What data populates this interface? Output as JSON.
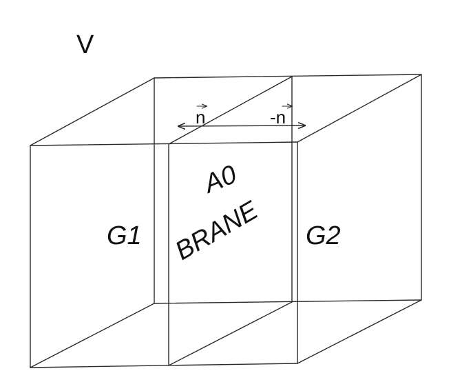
{
  "diagram": {
    "volume_label": "V",
    "left_region_label": "G1",
    "right_region_label": "G2",
    "brane_field_label": "A0",
    "brane_label": "BRANE",
    "normal_left_label": "n",
    "normal_right_label": "-n",
    "line_color": "#2a2a2a",
    "text_color": "#111111"
  }
}
